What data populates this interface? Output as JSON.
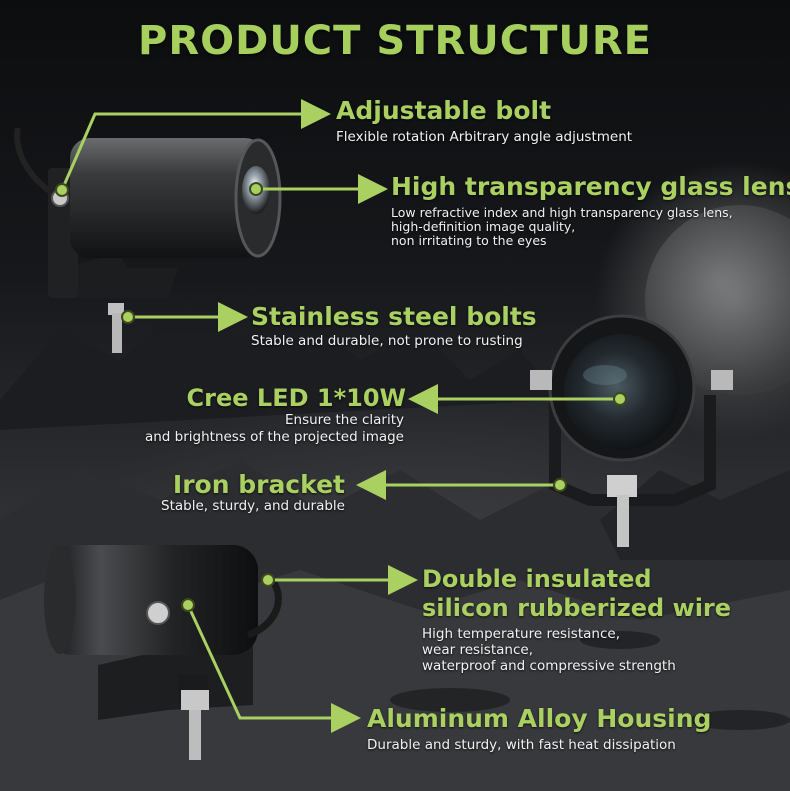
{
  "title": "PRODUCT STRUCTURE",
  "accent_color": "#a9d061",
  "callouts": {
    "adjustable_bolt": {
      "heading": "Adjustable bolt",
      "lines": [
        "Flexible rotation Arbitrary angle adjustment"
      ]
    },
    "glass_lens": {
      "heading": "High transparency glass lens",
      "lines": [
        "Low refractive index and high transparency glass lens,",
        "high-definition image quality,",
        "non irritating to the eyes"
      ]
    },
    "stainless_bolts": {
      "heading": "Stainless steel bolts",
      "lines": [
        "Stable and durable, not prone to rusting"
      ]
    },
    "cree_led": {
      "heading": "Cree LED 1*10W",
      "lines": [
        "Ensure the clarity",
        "and brightness of the projected image"
      ]
    },
    "iron_bracket": {
      "heading": "Iron bracket",
      "lines": [
        "Stable, sturdy, and durable"
      ]
    },
    "wire": {
      "heading_lines": [
        "Double insulated",
        "silicon rubberized wire"
      ],
      "lines": [
        "High temperature resistance,",
        "wear resistance,",
        "waterproof and compressive strength"
      ]
    },
    "housing": {
      "heading": "Aluminum Alloy Housing",
      "lines": [
        "Durable and sturdy, with fast heat dissipation"
      ]
    }
  }
}
